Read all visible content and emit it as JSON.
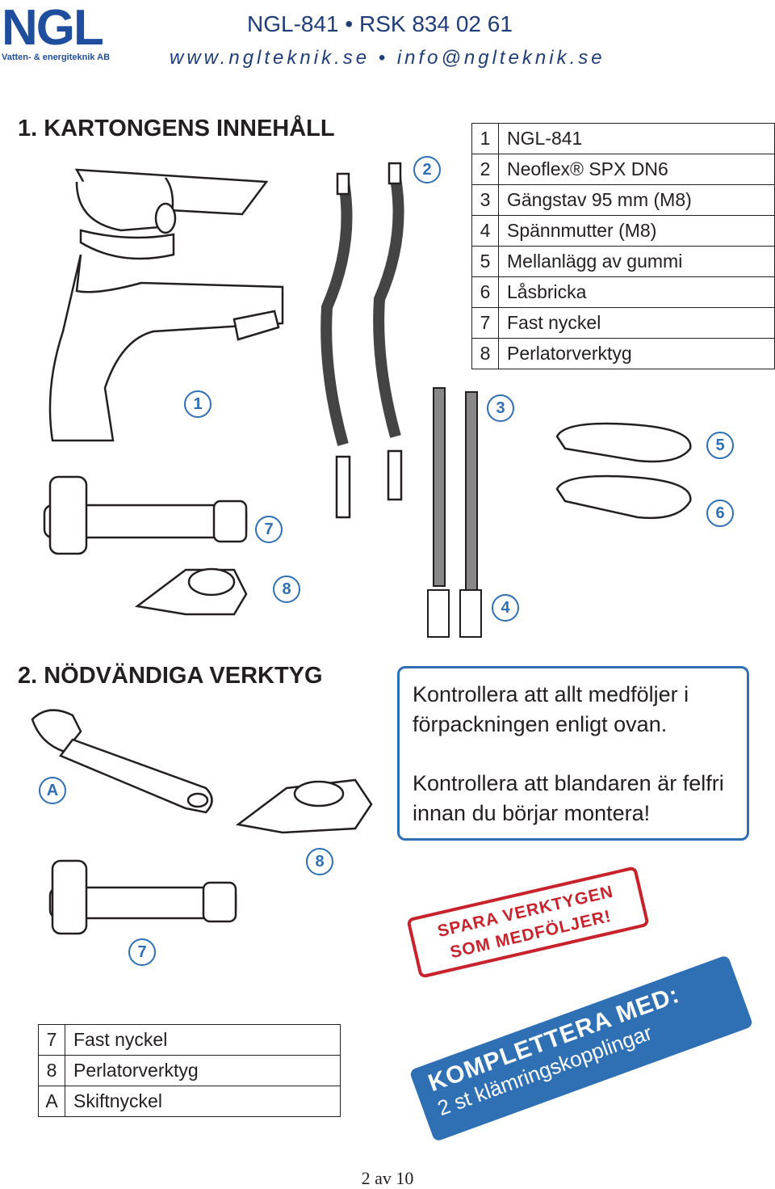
{
  "header": {
    "logo_main": "NGL",
    "logo_sub": "Vatten- & energiteknik AB",
    "title": "NGL-841 • RSK 834 02 61",
    "contact": "www.nglteknik.se • info@nglteknik.se"
  },
  "section1": {
    "heading": "1. KARTONGENS INNEHÅLL",
    "parts": [
      {
        "num": "1",
        "name": "NGL-841"
      },
      {
        "num": "2",
        "name": "Neoflex® SPX DN6"
      },
      {
        "num": "3",
        "name": "Gängstav 95 mm (M8)"
      },
      {
        "num": "4",
        "name": "Spännmutter (M8)"
      },
      {
        "num": "5",
        "name": "Mellanlägg av gummi"
      },
      {
        "num": "6",
        "name": "Låsbricka"
      },
      {
        "num": "7",
        "name": "Fast nyckel"
      },
      {
        "num": "8",
        "name": "Perlatorverktyg"
      }
    ],
    "callouts": {
      "c1": "1",
      "c2": "2",
      "c3": "3",
      "c4": "4",
      "c5": "5",
      "c6": "6",
      "c7": "7",
      "c8": "8"
    }
  },
  "section2": {
    "heading": "2. NÖDVÄNDIGA VERKTYG",
    "callouts": {
      "a": "A",
      "c8": "8",
      "c7": "7"
    },
    "notice_1": "Kontrollera att allt medföljer i förpackningen enligt ovan.",
    "notice_2": "Kontrollera att blandaren är felfri innan du börjar montera!",
    "tools": [
      {
        "num": "7",
        "name": "Fast nyckel"
      },
      {
        "num": "8",
        "name": "Perlatorverktyg"
      },
      {
        "num": "A",
        "name": "Skiftnyckel"
      }
    ],
    "stamp_line1": "SPARA VERKTYGEN",
    "stamp_line2": "SOM MEDFÖLJER!",
    "banner_line1": "KOMPLETTERA MED:",
    "banner_line2": "2 st klämringskopplingar"
  },
  "footer": {
    "page": "2 av 10"
  },
  "colors": {
    "brand_blue": "#1f4e9e",
    "callout_blue": "#2f6fb4",
    "warning_red": "#c8232c"
  }
}
